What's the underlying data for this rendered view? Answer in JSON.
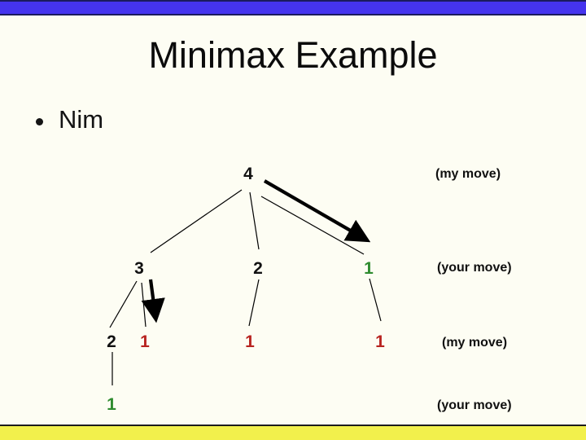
{
  "slide": {
    "title": "Minimax Example",
    "bullet": "Nim"
  },
  "colors": {
    "top_bar": "#4534EE",
    "bottom_bar": "#F2F04C",
    "background": "#FDFDF3",
    "edge": "#000000",
    "node_colors": {
      "black": "#111111",
      "green": "#2E8B2E",
      "red": "#B82420"
    }
  },
  "tree": {
    "levels": [
      {
        "move_label": "(my move)",
        "nodes": [
          {
            "value": "4",
            "color": "black"
          }
        ]
      },
      {
        "move_label": "(your move)",
        "nodes": [
          {
            "value": "3",
            "color": "black"
          },
          {
            "value": "2",
            "color": "black"
          },
          {
            "value": "1",
            "color": "green"
          }
        ]
      },
      {
        "move_label": "(my move)",
        "nodes": [
          {
            "value": "2",
            "color": "black"
          },
          {
            "value": "1",
            "color": "red"
          },
          {
            "value": "1",
            "color": "red"
          },
          {
            "value": "1",
            "color": "red"
          }
        ]
      },
      {
        "move_label": "(your move)",
        "nodes": [
          {
            "value": "1",
            "color": "green"
          }
        ]
      }
    ],
    "chosen_moves": [
      "4 to 1",
      "3 to 1"
    ]
  }
}
